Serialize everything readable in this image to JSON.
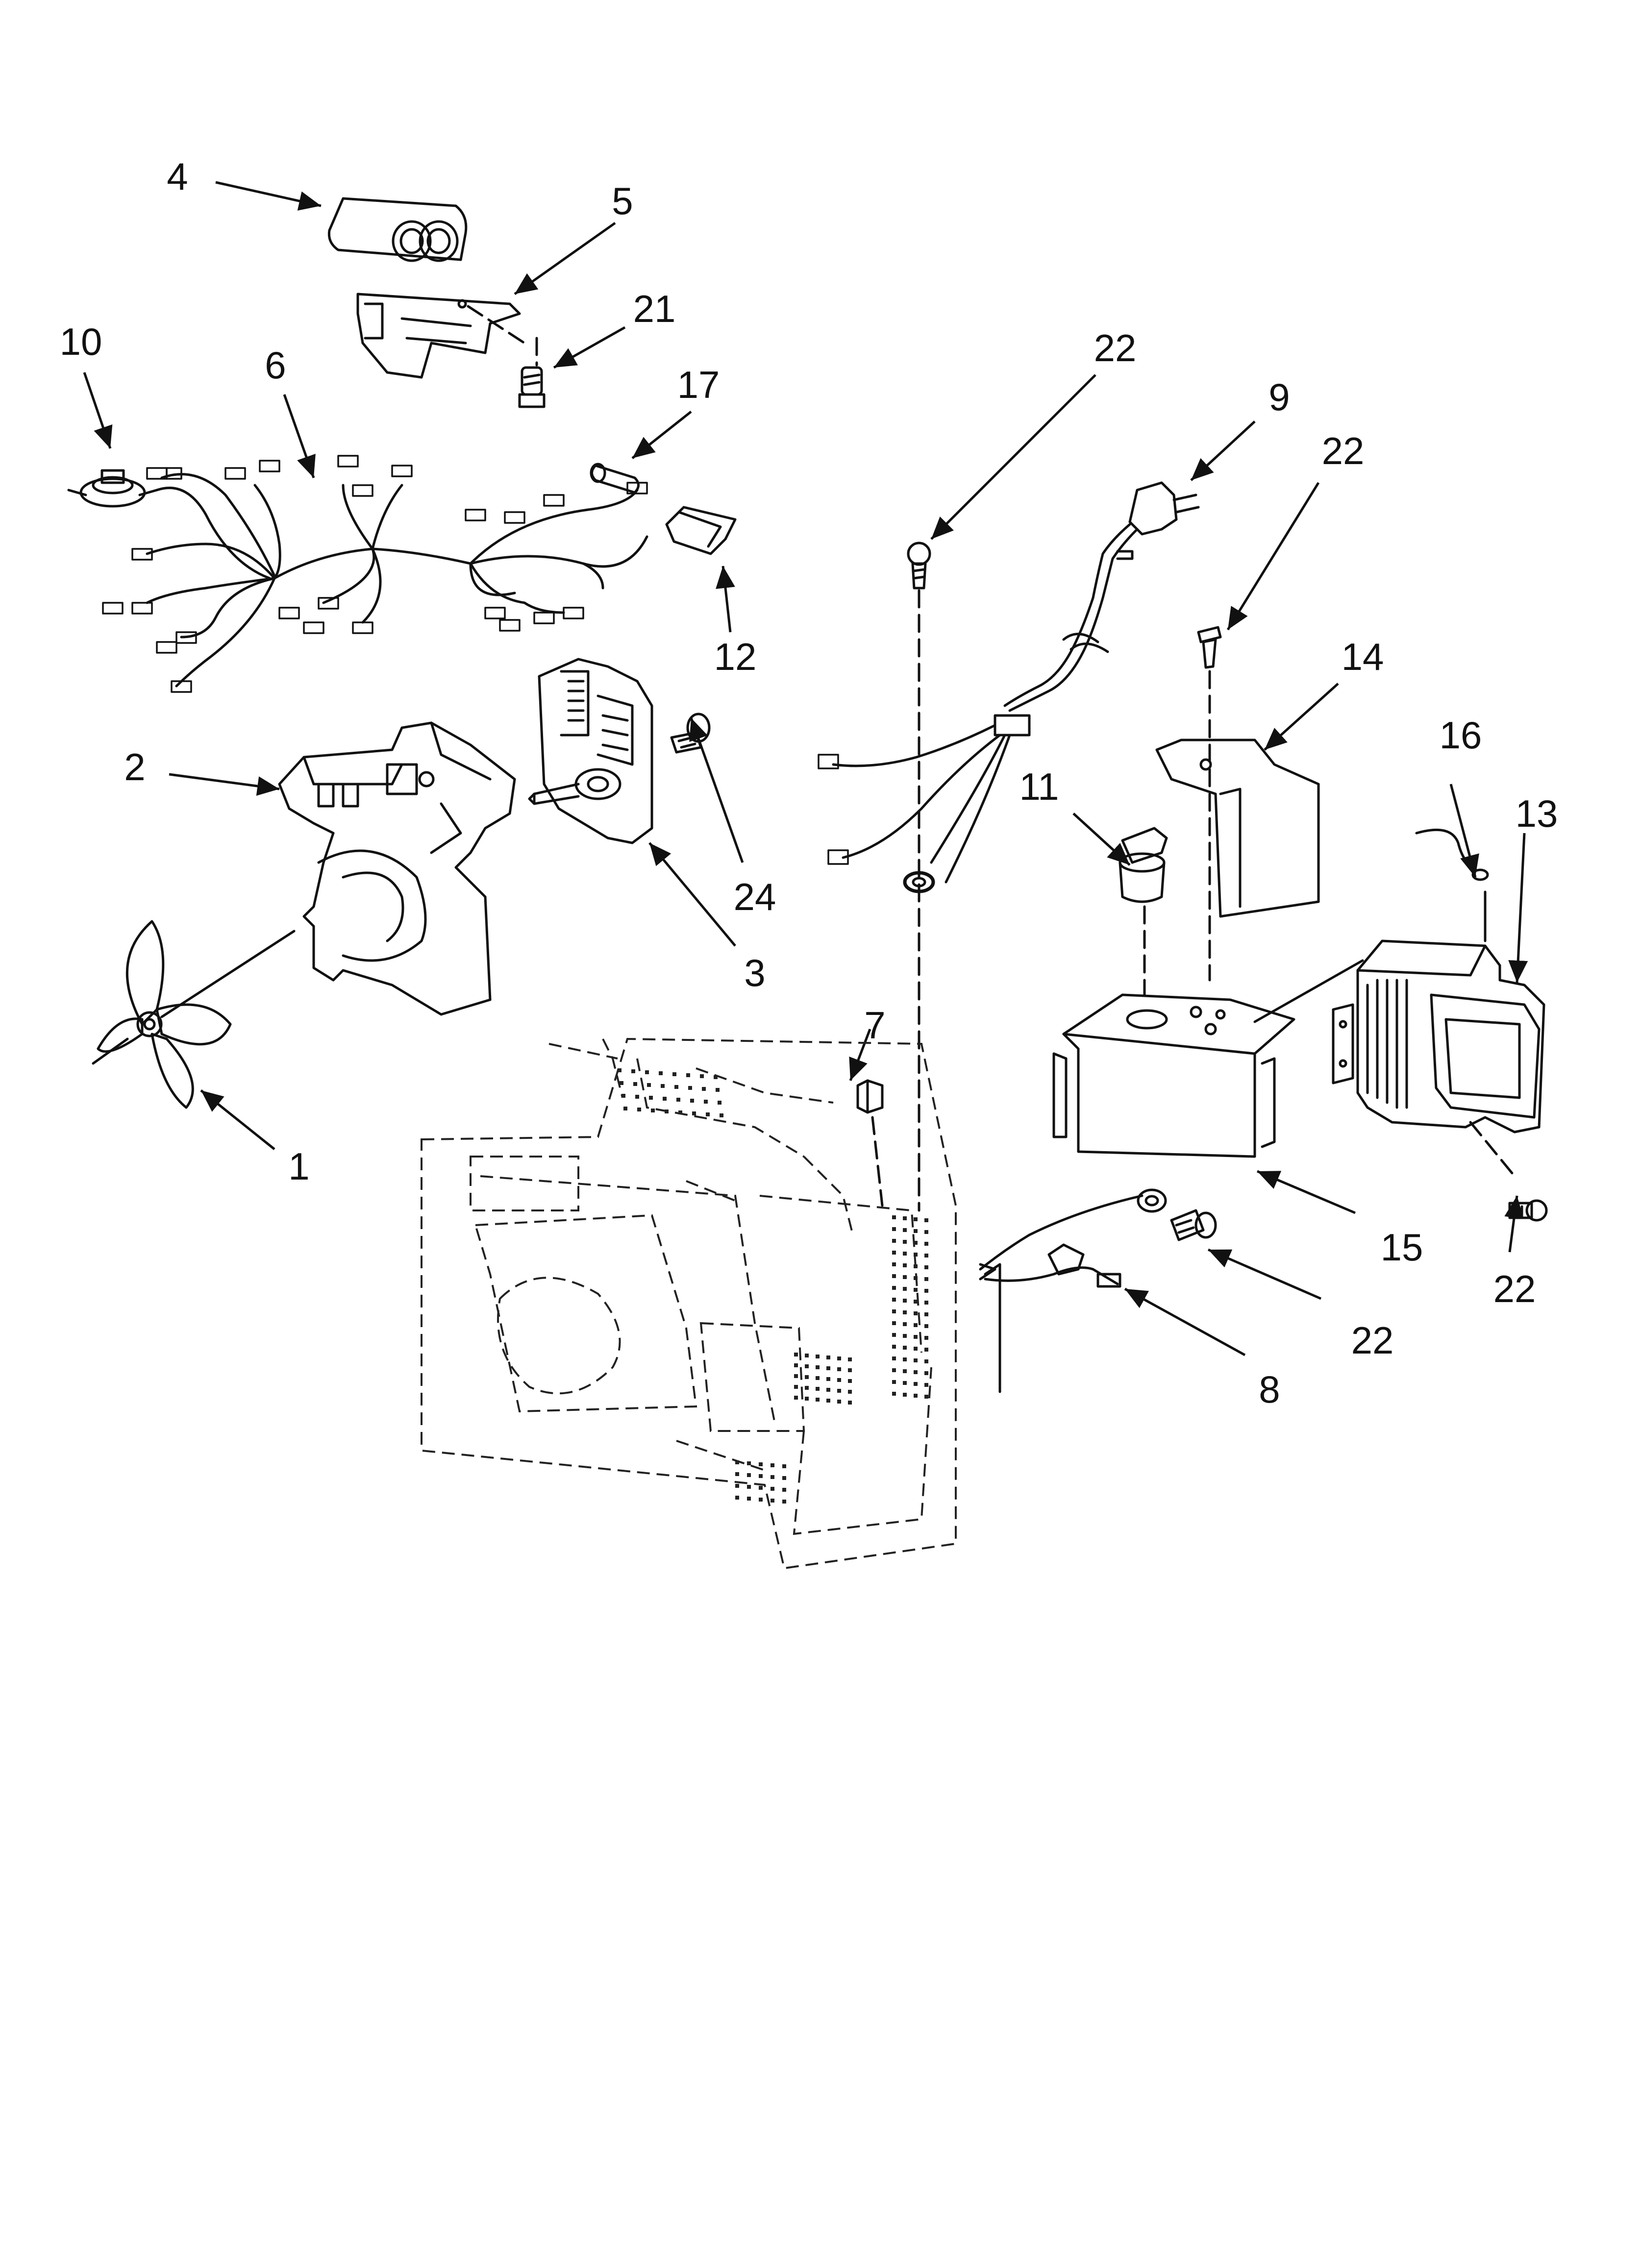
{
  "callouts": [
    {
      "id": "c-4a",
      "text": "4"
    },
    {
      "id": "c-5",
      "text": "5"
    },
    {
      "id": "c-21",
      "text": "21"
    },
    {
      "id": "c-10",
      "text": "10"
    },
    {
      "id": "c-6",
      "text": "6"
    },
    {
      "id": "c-17",
      "text": "17"
    },
    {
      "id": "c-12",
      "text": "12"
    },
    {
      "id": "c-22a",
      "text": "22"
    },
    {
      "id": "c-9",
      "text": "9"
    },
    {
      "id": "c-22b",
      "text": "22"
    },
    {
      "id": "c-14",
      "text": "14"
    },
    {
      "id": "c-16",
      "text": "16"
    },
    {
      "id": "c-13",
      "text": "13"
    },
    {
      "id": "c-2",
      "text": "2"
    },
    {
      "id": "c-24",
      "text": "24"
    },
    {
      "id": "c-3",
      "text": "3"
    },
    {
      "id": "c-11",
      "text": "11"
    },
    {
      "id": "c-7",
      "text": "7"
    },
    {
      "id": "c-1",
      "text": "1"
    },
    {
      "id": "c-15",
      "text": "15"
    },
    {
      "id": "c-22c",
      "text": "22"
    },
    {
      "id": "c-22d",
      "text": "22"
    },
    {
      "id": "c-8",
      "text": "8"
    }
  ]
}
